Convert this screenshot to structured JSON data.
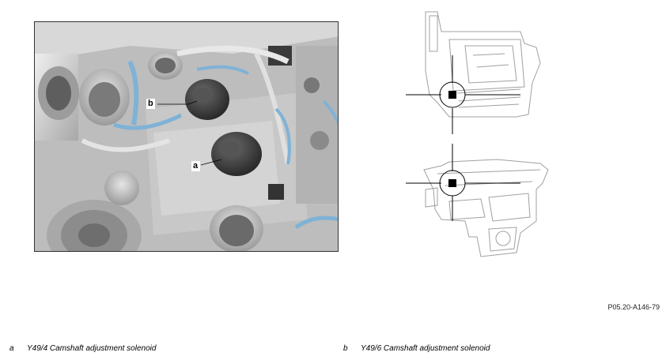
{
  "callouts": {
    "a": "a",
    "b": "b"
  },
  "figure_id": "P05.20-A146-79",
  "legend": [
    {
      "letter": "a",
      "text": "Y49/4 Camshaft adjustment solenoid"
    },
    {
      "letter": "b",
      "text": "Y49/6 Camshaft adjustment solenoid"
    }
  ],
  "colors": {
    "hose_blue": "#7fb2d6",
    "metal_light": "#dcdcdc",
    "metal_dark": "#3a3a3a"
  }
}
